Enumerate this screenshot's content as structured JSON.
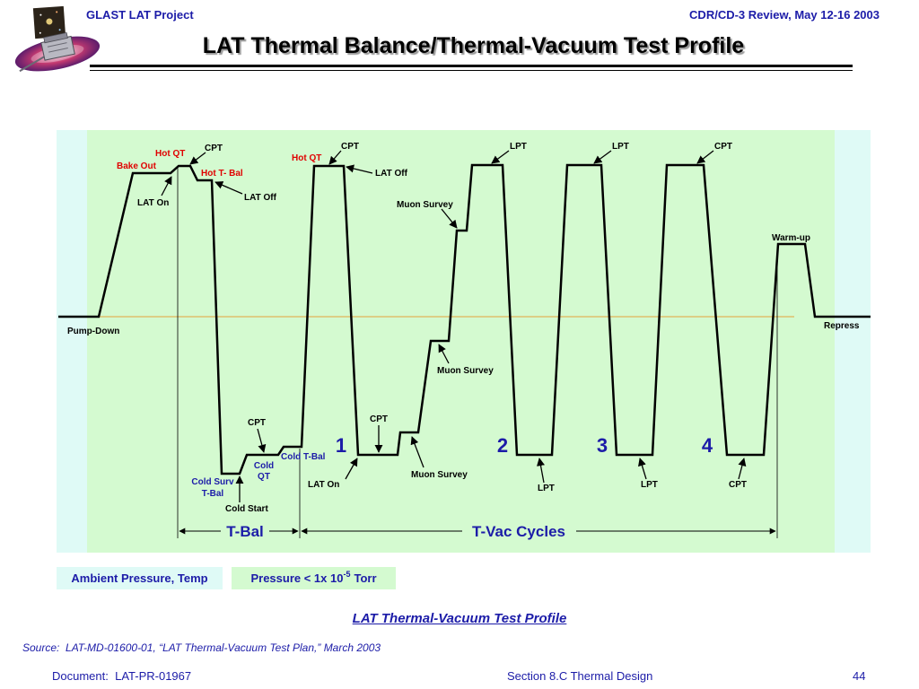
{
  "colors": {
    "text_blue": "#1c1ca8",
    "label_red": "#e00000",
    "ambient_fill": "#dffaf6",
    "vacuum_fill": "#d4fad0",
    "ambient_line": "#e3a33b"
  },
  "header": {
    "logo_icon": "glast-satellite-logo",
    "project": "GLAST LAT Project",
    "review": "CDR/CD-3 Review, May 12-16 2003",
    "title": "LAT Thermal Balance/Thermal-Vacuum Test Profile"
  },
  "diagram": {
    "levels": {
      "pump_down": "Pump-Down",
      "repress": "Repress"
    },
    "hot_tbal": {
      "bake_out": "Bake Out",
      "hot_qt": "Hot QT",
      "cpt": "CPT",
      "hot_tbal": "Hot T- Bal",
      "lat_on": "LAT On",
      "lat_off": "LAT Off"
    },
    "cold_tbal": {
      "cold_surv_line1": "Cold Surv",
      "cold_surv_line2": "T-Bal",
      "cold_start": "Cold Start",
      "cpt": "CPT",
      "cold_qt_line1": "Cold",
      "cold_qt_line2": "QT",
      "cold_tbal": "Cold T-Bal"
    },
    "cycle1": {
      "hot_qt": "Hot QT",
      "cpt_top": "CPT",
      "lat_off": "LAT Off",
      "muon_survey_upper": "Muon Survey",
      "muon_survey_middle": "Muon Survey",
      "muon_survey_lower": "Muon Survey",
      "cpt_bottom": "CPT",
      "lat_on": "LAT On"
    },
    "cycle2": {
      "top": "LPT",
      "bottom": "LPT"
    },
    "cycle3": {
      "top": "LPT",
      "bottom": "LPT"
    },
    "cycle4": {
      "top": "CPT",
      "bottom": "CPT"
    },
    "warm_up": "Warm-up",
    "cycle_numbers": [
      "1",
      "2",
      "3",
      "4"
    ],
    "spans": {
      "tbal": "T-Bal",
      "tvac": "T-Vac Cycles"
    }
  },
  "legend": {
    "ambient": "Ambient Pressure, Temp",
    "vacuum_text": "Pressure < 1x 10",
    "vacuum_exponent": "-5",
    "vacuum_unit": "Torr"
  },
  "caption": "LAT Thermal-Vacuum Test Profile",
  "source": "Source:  LAT-MD-01600-01, “LAT Thermal-Vacuum Test Plan,” March 2003",
  "footer": {
    "document": "Document:  LAT-PR-01967",
    "section": "Section 8.C Thermal Design",
    "page": "44"
  }
}
